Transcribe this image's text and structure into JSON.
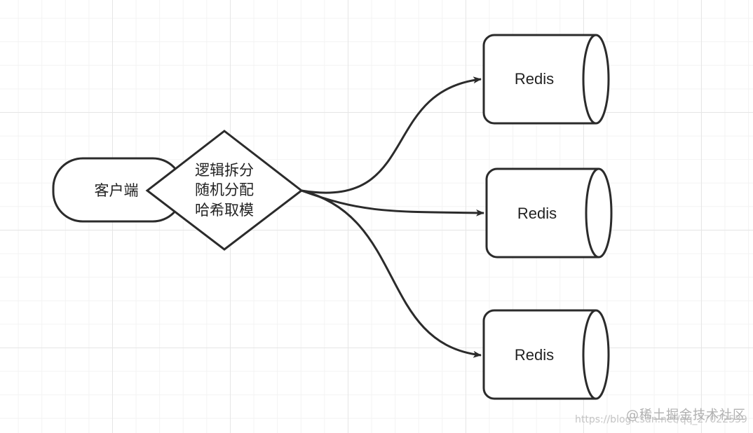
{
  "diagram": {
    "nodes": {
      "client": {
        "label": "客户端"
      },
      "router": {
        "lines": [
          "逻辑拆分",
          "随机分配",
          "哈希取模"
        ]
      },
      "redis": [
        {
          "label": "Redis"
        },
        {
          "label": "Redis"
        },
        {
          "label": "Redis"
        }
      ]
    },
    "edges": [
      {
        "from": "router",
        "to": "redis.0"
      },
      {
        "from": "router",
        "to": "redis.1"
      },
      {
        "from": "router",
        "to": "redis.2"
      }
    ]
  },
  "watermark": {
    "url": "https://blog.csdn.net/qq_27022539",
    "brand": "@稀土掘金技术社区"
  },
  "colors": {
    "stroke": "#2b2b2b",
    "text": "#222222",
    "grid": "#e6e6e6"
  }
}
